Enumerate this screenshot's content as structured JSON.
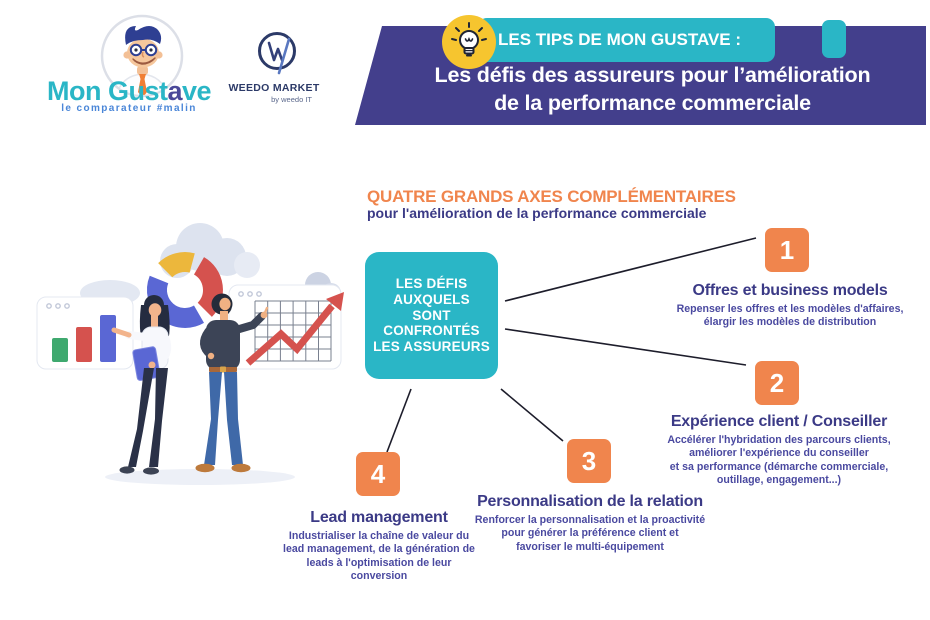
{
  "header": {
    "mon_gustave": {
      "wordmark_part1": "Mon Gust",
      "wordmark_accent": "a",
      "wordmark_part2": "ve",
      "tagline": "le comparateur #malin",
      "mascot_icon": "gustave-mascot-icon"
    },
    "weedo": {
      "name": "WEEDO MARKET",
      "byline": "by weedo IT",
      "monogram_icon": "weedo-w-icon"
    },
    "banner": {
      "kicker": "LES TIPS DE MON GUSTAVE :",
      "title_line1": "Les défis des assureurs pour l’amélioration",
      "title_line2": "de la performance commerciale",
      "bulb_icon": "lightbulb-icon"
    }
  },
  "intro": {
    "heading": "QUATRE GRANDS AXES COMPLÉMENTAIRES",
    "subheading": "pour l'amélioration de la performance commerciale"
  },
  "center_box": {
    "text": "LES DÉFIS\nAUXQUELS\nSONT CONFRONTÉS\nLES ASSUREURS"
  },
  "axes": [
    {
      "number": "1",
      "title": "Offres et business models",
      "description": "Repenser les offres et les modèles d'affaires,\nélargir les modèles de distribution"
    },
    {
      "number": "2",
      "title": "Expérience client / Conseiller",
      "description": "Accélérer l'hybridation des parcours clients,\naméliorer l'expérience du conseiller\net sa performance (démarche commerciale,\noutillage, engagement...)"
    },
    {
      "number": "3",
      "title": "Personnalisation de la relation",
      "description": "Renforcer la personnalisation et la proactivité\npour générer la préférence client et\nfavoriser le multi-équipement"
    },
    {
      "number": "4",
      "title": "Lead management",
      "description": "Industrialiser la chaîne de valeur du\nlead management, de la génération de\nleads à l'optimisation de leur conversion"
    }
  ],
  "illustration": {
    "icons": [
      "donut-chart",
      "bar-chart-card",
      "growth-arrow-card",
      "woman-figure",
      "man-figure",
      "clouds"
    ]
  },
  "colors": {
    "teal": "#2ab6c6",
    "purple_banner": "#433f8c",
    "purple_heading": "#3b3a86",
    "purple_body": "#4a49a0",
    "orange": "#f0854d",
    "yellow": "#f6c52f",
    "connector": "#1d1d2b",
    "chart_green": "#3fa96f",
    "chart_red": "#d5524e",
    "chart_blue": "#5a67d4"
  }
}
